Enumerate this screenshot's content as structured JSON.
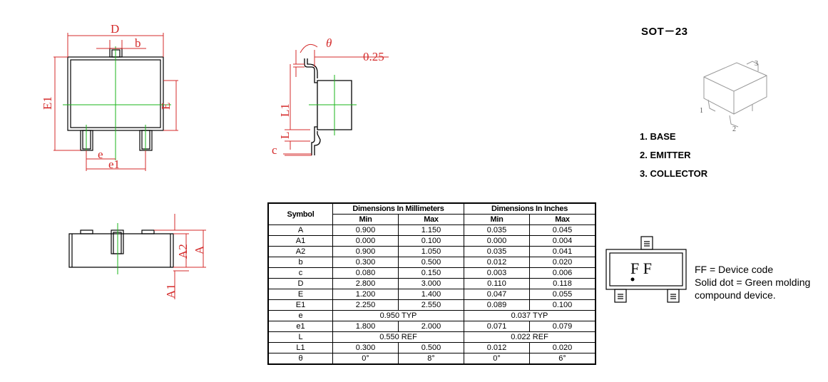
{
  "package": {
    "title": "SOT－23",
    "pins": [
      "1. BASE",
      "2. EMITTER",
      "3. COLLECTOR"
    ],
    "pin_numbers": [
      "1",
      "2",
      "3"
    ]
  },
  "drawing_labels": {
    "top_view": [
      "D",
      "b",
      "E1",
      "E",
      "e",
      "e1"
    ],
    "side_view": [
      "θ",
      "0.25",
      "L1",
      "L",
      "c"
    ],
    "front_view": [
      "A2",
      "A",
      "A1"
    ]
  },
  "marking": {
    "code": "F F",
    "description": [
      "FF = Device code",
      "Solid dot = Green molding",
      "compound device."
    ]
  },
  "table": {
    "header": {
      "symbol": "Symbol",
      "mm": "Dimensions In Millimeters",
      "inch": "Dimensions In Inches",
      "min": "Min",
      "max": "Max"
    },
    "rows": [
      {
        "sym": "A",
        "mm_min": "0.900",
        "mm_max": "1.150",
        "in_min": "0.035",
        "in_max": "0.045"
      },
      {
        "sym": "A1",
        "mm_min": "0.000",
        "mm_max": "0.100",
        "in_min": "0.000",
        "in_max": "0.004"
      },
      {
        "sym": "A2",
        "mm_min": "0.900",
        "mm_max": "1.050",
        "in_min": "0.035",
        "in_max": "0.041"
      },
      {
        "sym": "b",
        "mm_min": "0.300",
        "mm_max": "0.500",
        "in_min": "0.012",
        "in_max": "0.020"
      },
      {
        "sym": "c",
        "mm_min": "0.080",
        "mm_max": "0.150",
        "in_min": "0.003",
        "in_max": "0.006"
      },
      {
        "sym": "D",
        "mm_min": "2.800",
        "mm_max": "3.000",
        "in_min": "0.110",
        "in_max": "0.118"
      },
      {
        "sym": "E",
        "mm_min": "1.200",
        "mm_max": "1.400",
        "in_min": "0.047",
        "in_max": "0.055"
      },
      {
        "sym": "E1",
        "mm_min": "2.250",
        "mm_max": "2.550",
        "in_min": "0.089",
        "in_max": "0.100"
      },
      {
        "sym": "e",
        "mm_typ": "0.950 TYP",
        "in_typ": "0.037 TYP"
      },
      {
        "sym": "e1",
        "mm_min": "1.800",
        "mm_max": "2.000",
        "in_min": "0.071",
        "in_max": "0.079"
      },
      {
        "sym": "L",
        "mm_typ": "0.550 REF",
        "in_typ": "0.022 REF"
      },
      {
        "sym": "L1",
        "mm_min": "0.300",
        "mm_max": "0.500",
        "in_min": "0.012",
        "in_max": "0.020"
      },
      {
        "sym": "θ",
        "mm_min": "0°",
        "mm_max": "8°",
        "in_min": "0°",
        "in_max": "6°"
      }
    ]
  },
  "colors": {
    "dimension": "#d42b2b",
    "centerline": "#1bb51b",
    "outline": "#000000"
  }
}
